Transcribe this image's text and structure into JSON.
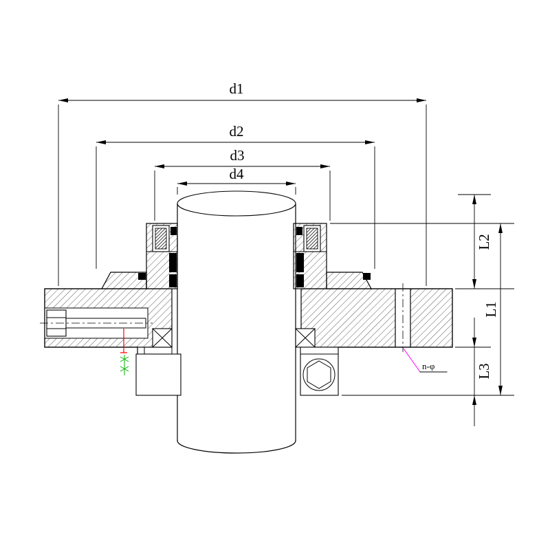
{
  "drawing": {
    "dims": {
      "d1": "d1",
      "d2": "d2",
      "d3": "d3",
      "d4": "d4",
      "l1": "L1",
      "l2": "L2",
      "l3": "L3"
    },
    "callout": {
      "label": "n-φ"
    },
    "colors": {
      "line": "#000000",
      "background": "#ffffff",
      "leader": "#ff00ff",
      "mark_red": "#ff0000",
      "mark_green": "#00b300"
    }
  }
}
